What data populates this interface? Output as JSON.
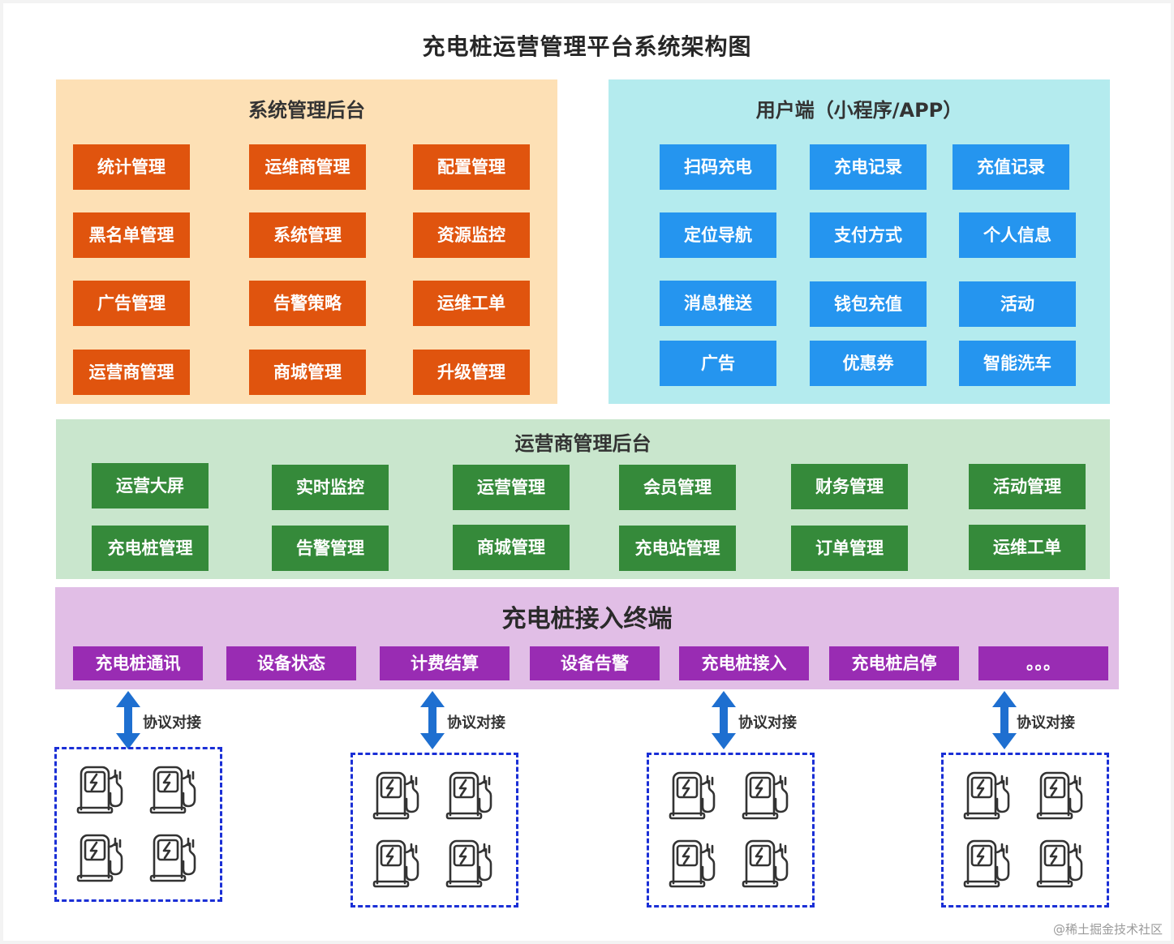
{
  "title": "充电桩运营管理平台系统架构图",
  "admin_panel": {
    "title": "系统管理后台",
    "items": [
      "统计管理",
      "运维商管理",
      "配置管理",
      "黑名单管理",
      "系统管理",
      "资源监控",
      "广告管理",
      "告警策略",
      "运维工单",
      "运营商管理",
      "商城管理",
      "升级管理"
    ]
  },
  "user_panel": {
    "title": "用户端（小程序/APP）",
    "items": [
      "扫码充电",
      "充电记录",
      "充值记录",
      "定位导航",
      "支付方式",
      "个人信息",
      "消息推送",
      "钱包充值",
      "活动",
      "广告",
      "优惠券",
      "智能洗车"
    ]
  },
  "operator_panel": {
    "title": "运营商管理后台",
    "items": [
      "运营大屏",
      "实时监控",
      "运营管理",
      "会员管理",
      "财务管理",
      "活动管理",
      "充电桩管理",
      "告警管理",
      "商城管理",
      "充电站管理",
      "订单管理",
      "运维工单"
    ]
  },
  "terminal_panel": {
    "title": "充电桩接入终端",
    "items": [
      "充电桩通讯",
      "设备状态",
      "计费结算",
      "设备告警",
      "充电桩接入",
      "充电桩启停",
      "。。。"
    ]
  },
  "protocol_label": "协议对接",
  "watermark": "@稀土掘金技术社区",
  "colors": {
    "admin_bg": "#fde0b5",
    "admin_btn": "#e0540e",
    "user_bg": "#b4ebee",
    "user_btn": "#2595ef",
    "operator_bg": "#c9e6cd",
    "operator_btn": "#358a3a",
    "terminal_bg": "#e1bee6",
    "terminal_btn": "#992cb3",
    "arrow": "#1e6fd0",
    "cluster_border": "#1a2fd6"
  },
  "icons": {
    "arrow": "double-arrow-vertical-icon",
    "pile": "charging-pile-icon"
  }
}
